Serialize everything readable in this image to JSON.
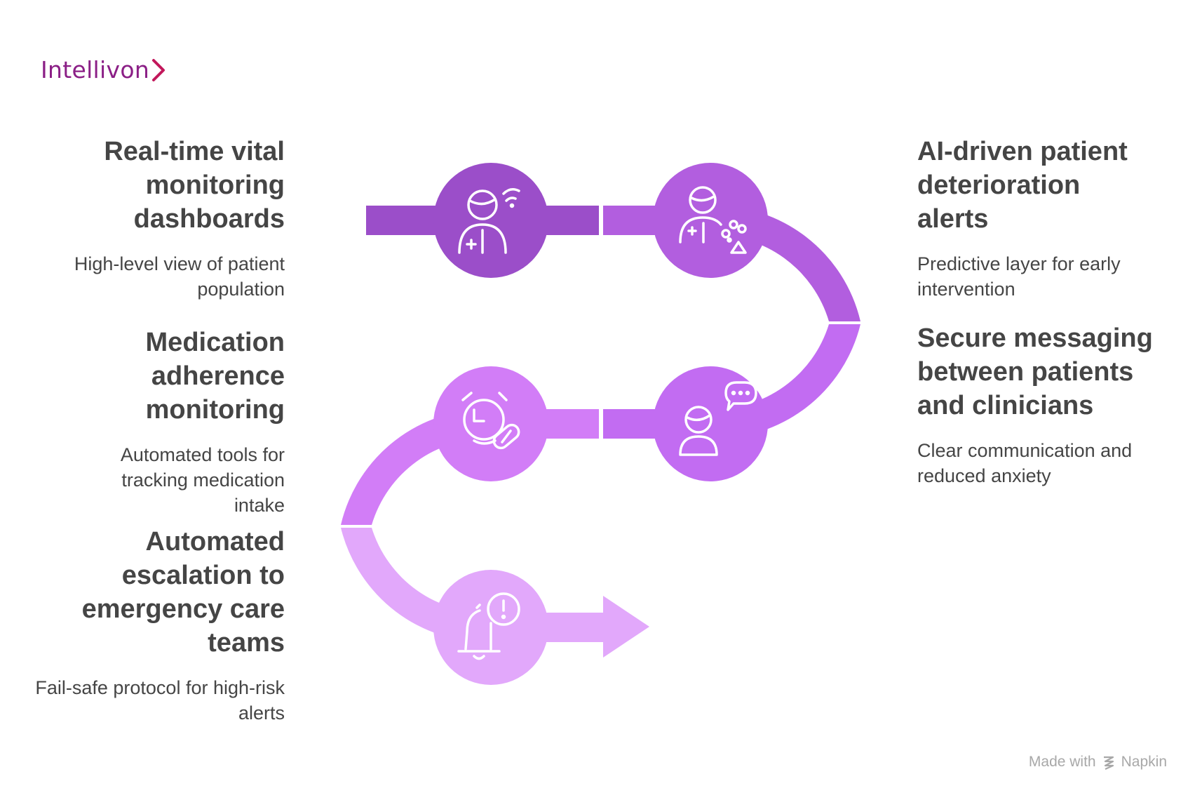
{
  "brand": {
    "name": "Intellivon"
  },
  "steps": [
    {
      "title": "Real-time vital monitoring dashboards",
      "description": "High-level view of patient population",
      "icon": "patient-wifi-icon",
      "color": "#9b4ec9"
    },
    {
      "title": "AI-driven patient deterioration alerts",
      "description": "Predictive layer for early intervention",
      "icon": "patient-analytics-icon",
      "color": "#b25edf"
    },
    {
      "title": "Secure messaging between patients and clinicians",
      "description": "Clear communication and reduced anxiety",
      "icon": "patient-chat-icon",
      "color": "#c26cf2"
    },
    {
      "title": "Medication adherence monitoring",
      "description": "Automated tools for tracking medication intake",
      "icon": "alarm-clock-pill-icon",
      "color": "#d27df7"
    },
    {
      "title": "Automated escalation to emergency care teams",
      "description": "Fail-safe protocol for high-risk alerts",
      "icon": "bell-alert-icon",
      "color": "#e2a8fb"
    }
  ],
  "footer": {
    "made_with": "Made with",
    "tool": "Napkin"
  }
}
